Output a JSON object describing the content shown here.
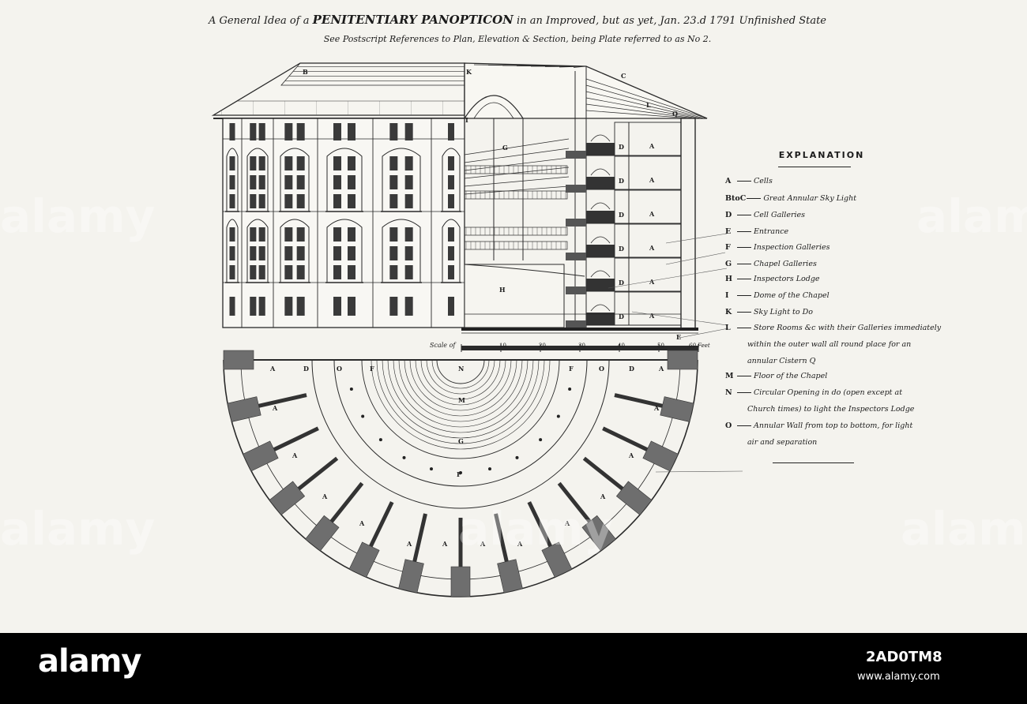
{
  "title": {
    "prefix": "A General Idea of a",
    "emphasis": "PENITENTIARY PANOPTICON",
    "middle": "in an Improved",
    "suffix": ", but as yet, Jan. 23.d 1791 Unfinished State",
    "subtitle": "See Postscript References to Plan, Elevation & Section, being Plate referred to as No 2."
  },
  "elevation_letters": {
    "B": "B",
    "K": "K",
    "C": "C",
    "I": "I",
    "G": "G",
    "L": "L",
    "Q": "Q",
    "D": "D",
    "A": "A",
    "H": "H",
    "E": "E"
  },
  "scale": {
    "label": "Scale of",
    "ticks": [
      "10",
      "20",
      "30",
      "40",
      "50"
    ],
    "unit": "60 Feet"
  },
  "plan_letters": {
    "A": "A",
    "D": "D",
    "O": "O",
    "F": "F",
    "N": "N",
    "M": "M",
    "G": "G",
    "top_left_run": [
      "A",
      "D",
      "O",
      "F"
    ],
    "top_right_run": [
      "F",
      "O",
      "D",
      "A"
    ]
  },
  "legend": {
    "heading": "EXPLANATION",
    "items": [
      {
        "key": "A",
        "text": "Cells"
      },
      {
        "key": "BtoC",
        "text": "Great Annular Sky Light"
      },
      {
        "key": "D",
        "text": "Cell Galleries"
      },
      {
        "key": "E",
        "text": "Entrance"
      },
      {
        "key": "F",
        "text": "Inspection Galleries"
      },
      {
        "key": "G",
        "text": "Chapel Galleries"
      },
      {
        "key": "H",
        "text": "Inspectors Lodge"
      },
      {
        "key": "I",
        "text": "Dome of the Chapel"
      },
      {
        "key": "K",
        "text": "Sky Light to Do"
      },
      {
        "key": "L",
        "text": "Store Rooms &c with their Galleries immediately",
        "more": [
          "within the outer wall all round place for an",
          "annular Cistern Q"
        ]
      },
      {
        "key": "M",
        "text": "Floor of the Chapel"
      },
      {
        "key": "N",
        "text": "Circular Opening in do (open except at",
        "more": [
          "Church times) to light the Inspectors Lodge"
        ]
      },
      {
        "key": "O",
        "text": "Annular Wall from top to bottom, for light",
        "more": [
          "air and separation"
        ]
      }
    ]
  },
  "watermark": {
    "brand": "alamy"
  },
  "stock": {
    "logo": "alamy",
    "image_id": "2AD0TM8",
    "url": "www.alamy.com"
  },
  "colors": {
    "paper": "#f4f3ee",
    "ink": "#1b1b1b",
    "bar": "#000000",
    "shade": "#6e6e6e"
  }
}
